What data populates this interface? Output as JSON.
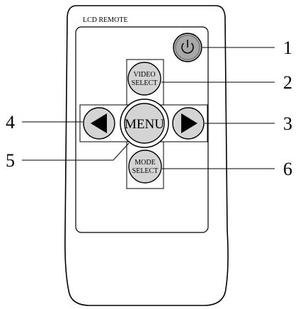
{
  "remote": {
    "title": "LCD REMOTE",
    "buttons": {
      "power": {
        "icon": "power-icon"
      },
      "video_select": {
        "line1": "VIDEO",
        "line2": "SELECT"
      },
      "mode_select": {
        "line1": "MODE",
        "line2": "SELECT"
      },
      "menu": {
        "label": "MENU"
      },
      "left": {
        "icon": "triangle-left-icon"
      },
      "right": {
        "icon": "triangle-right-icon"
      }
    }
  },
  "callouts": {
    "c1": "1",
    "c2": "2",
    "c3": "3",
    "c4": "4",
    "c5": "5",
    "c6": "6"
  },
  "colors": {
    "button_fill": "#d4d4d4",
    "outline": "#000000",
    "background": "#ffffff"
  }
}
